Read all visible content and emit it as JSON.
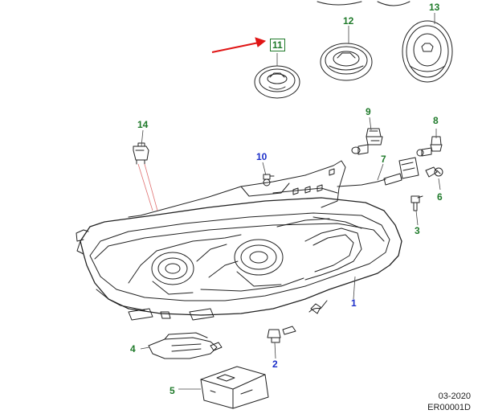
{
  "colors": {
    "callout_green": "#1f7a2a",
    "callout_blue": "#1c2fc9",
    "pointer_arrow": "#e01515",
    "line_art": "#222222",
    "leader_line": "#444444",
    "highlight_lines": "#e07070"
  },
  "callouts": [
    {
      "id": "1",
      "label": "1",
      "color": "blue"
    },
    {
      "id": "2",
      "label": "2",
      "color": "blue"
    },
    {
      "id": "3",
      "label": "3",
      "color": "green"
    },
    {
      "id": "4",
      "label": "4",
      "color": "green"
    },
    {
      "id": "5",
      "label": "5",
      "color": "green"
    },
    {
      "id": "6",
      "label": "6",
      "color": "green"
    },
    {
      "id": "7",
      "label": "7",
      "color": "green"
    },
    {
      "id": "8",
      "label": "8",
      "color": "green"
    },
    {
      "id": "9",
      "label": "9",
      "color": "green"
    },
    {
      "id": "10",
      "label": "10",
      "color": "blue"
    },
    {
      "id": "11",
      "label": "11",
      "color": "green",
      "highlighted": true
    },
    {
      "id": "12",
      "label": "12",
      "color": "green"
    },
    {
      "id": "13",
      "label": "13",
      "color": "green"
    },
    {
      "id": "14",
      "label": "14",
      "color": "green"
    }
  ],
  "footer": {
    "date": "03-2020",
    "code": "ER00001D"
  }
}
